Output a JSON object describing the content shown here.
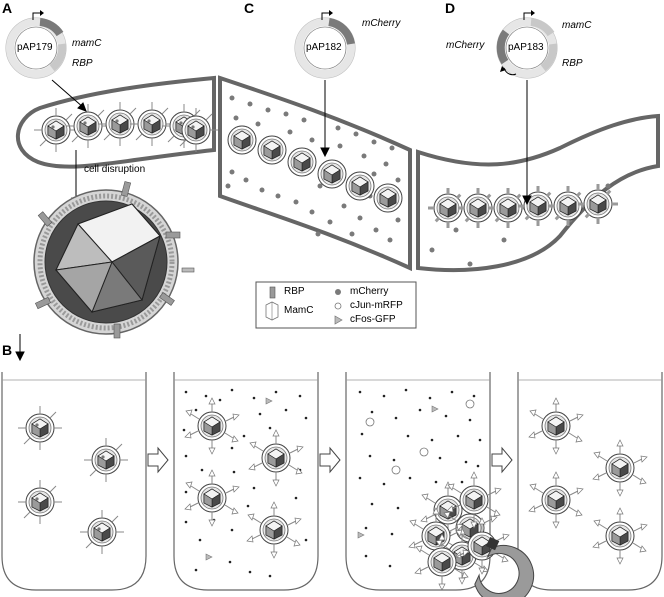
{
  "panels": {
    "a": "A",
    "b": "B",
    "c": "C",
    "d": "D"
  },
  "plasmids": [
    {
      "name": "pAP179",
      "genes": [
        "mamC",
        "RBP"
      ]
    },
    {
      "name": "pAP182",
      "genes": [
        "mCherry"
      ]
    },
    {
      "name": "pAP183",
      "genes": [
        "mamC",
        "mCherry",
        "RBP"
      ]
    }
  ],
  "annotations": {
    "cell_disruption": "cell disruption"
  },
  "legend": {
    "rbp": "RBP",
    "mamc": "MamC",
    "mcherry": "mCherry",
    "cjun": "cJun-mRFP",
    "cfos": "cFos-GFP"
  },
  "colors": {
    "outline": "#555555",
    "cell_wall": "#6b6b6b",
    "dot": "#7a7a7a",
    "plasmid_segment_dark": "#7a7a7a",
    "plasmid_segment_light": "#c8c8c8",
    "magnet": "#9a9a9a"
  }
}
